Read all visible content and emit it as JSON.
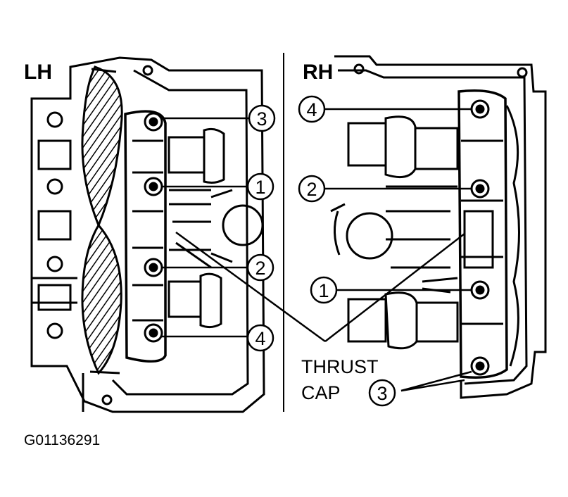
{
  "panels": {
    "left": {
      "label": "LH"
    },
    "right": {
      "label": "RH"
    }
  },
  "callouts": {
    "lh": [
      "3",
      "1",
      "2",
      "4"
    ],
    "rh": [
      "4",
      "2",
      "1",
      "3"
    ]
  },
  "thrust_label": [
    "THRUST",
    "CAP"
  ],
  "figure_code": "G01136291",
  "colors": {
    "ink": "#000000",
    "paper": "#ffffff"
  }
}
